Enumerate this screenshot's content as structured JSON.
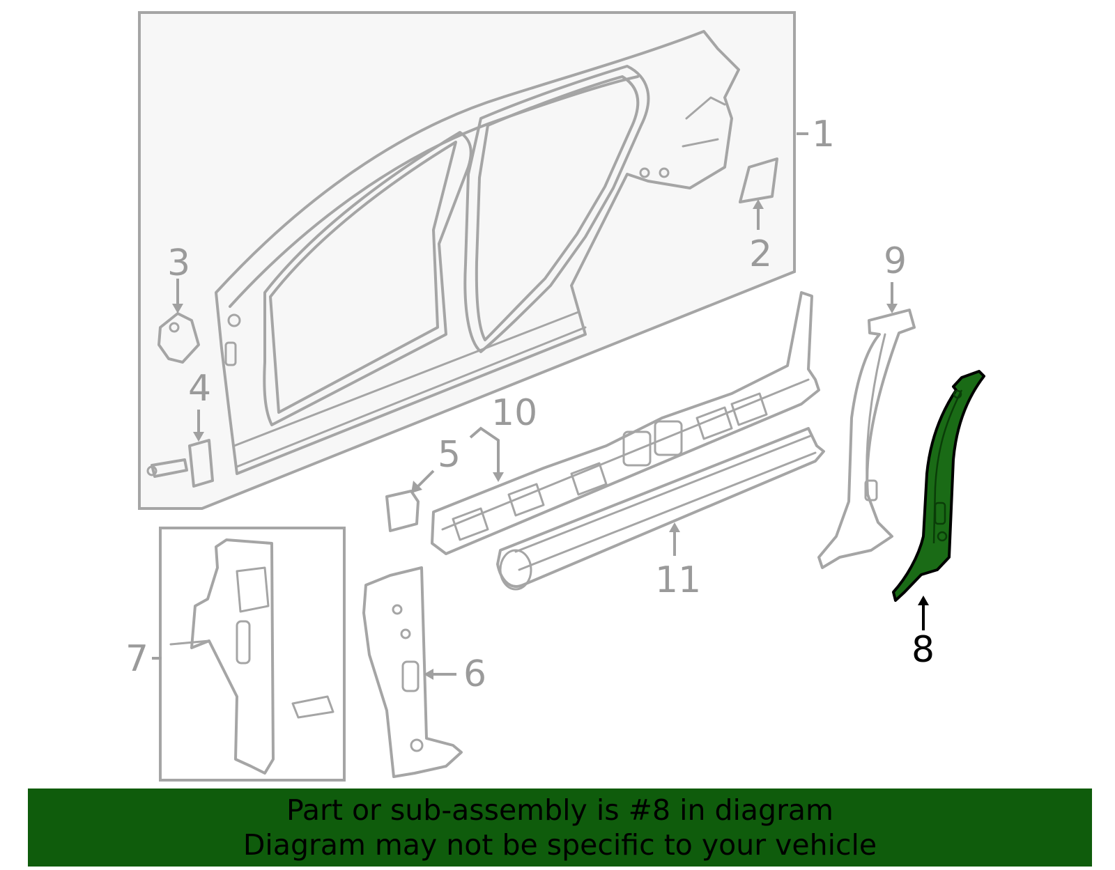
{
  "callouts": [
    {
      "id": "1",
      "label": "1"
    },
    {
      "id": "2",
      "label": "2"
    },
    {
      "id": "3",
      "label": "3"
    },
    {
      "id": "4",
      "label": "4"
    },
    {
      "id": "5",
      "label": "5"
    },
    {
      "id": "6",
      "label": "6"
    },
    {
      "id": "7",
      "label": "7"
    },
    {
      "id": "8",
      "label": "8"
    },
    {
      "id": "9",
      "label": "9"
    },
    {
      "id": "10",
      "label": "10"
    },
    {
      "id": "11",
      "label": "11"
    }
  ],
  "highlighted_part": "8",
  "colors": {
    "highlight_fill": "#1a6b16",
    "highlight_stroke": "#000000",
    "part_stroke": "#a5a5a5",
    "banner_bg": "#0f5c0c",
    "box_bg": "#f7f7f7"
  },
  "banner": {
    "line1": "Part or sub-assembly is #8 in diagram",
    "line2": "Diagram may not be specific to your vehicle"
  }
}
